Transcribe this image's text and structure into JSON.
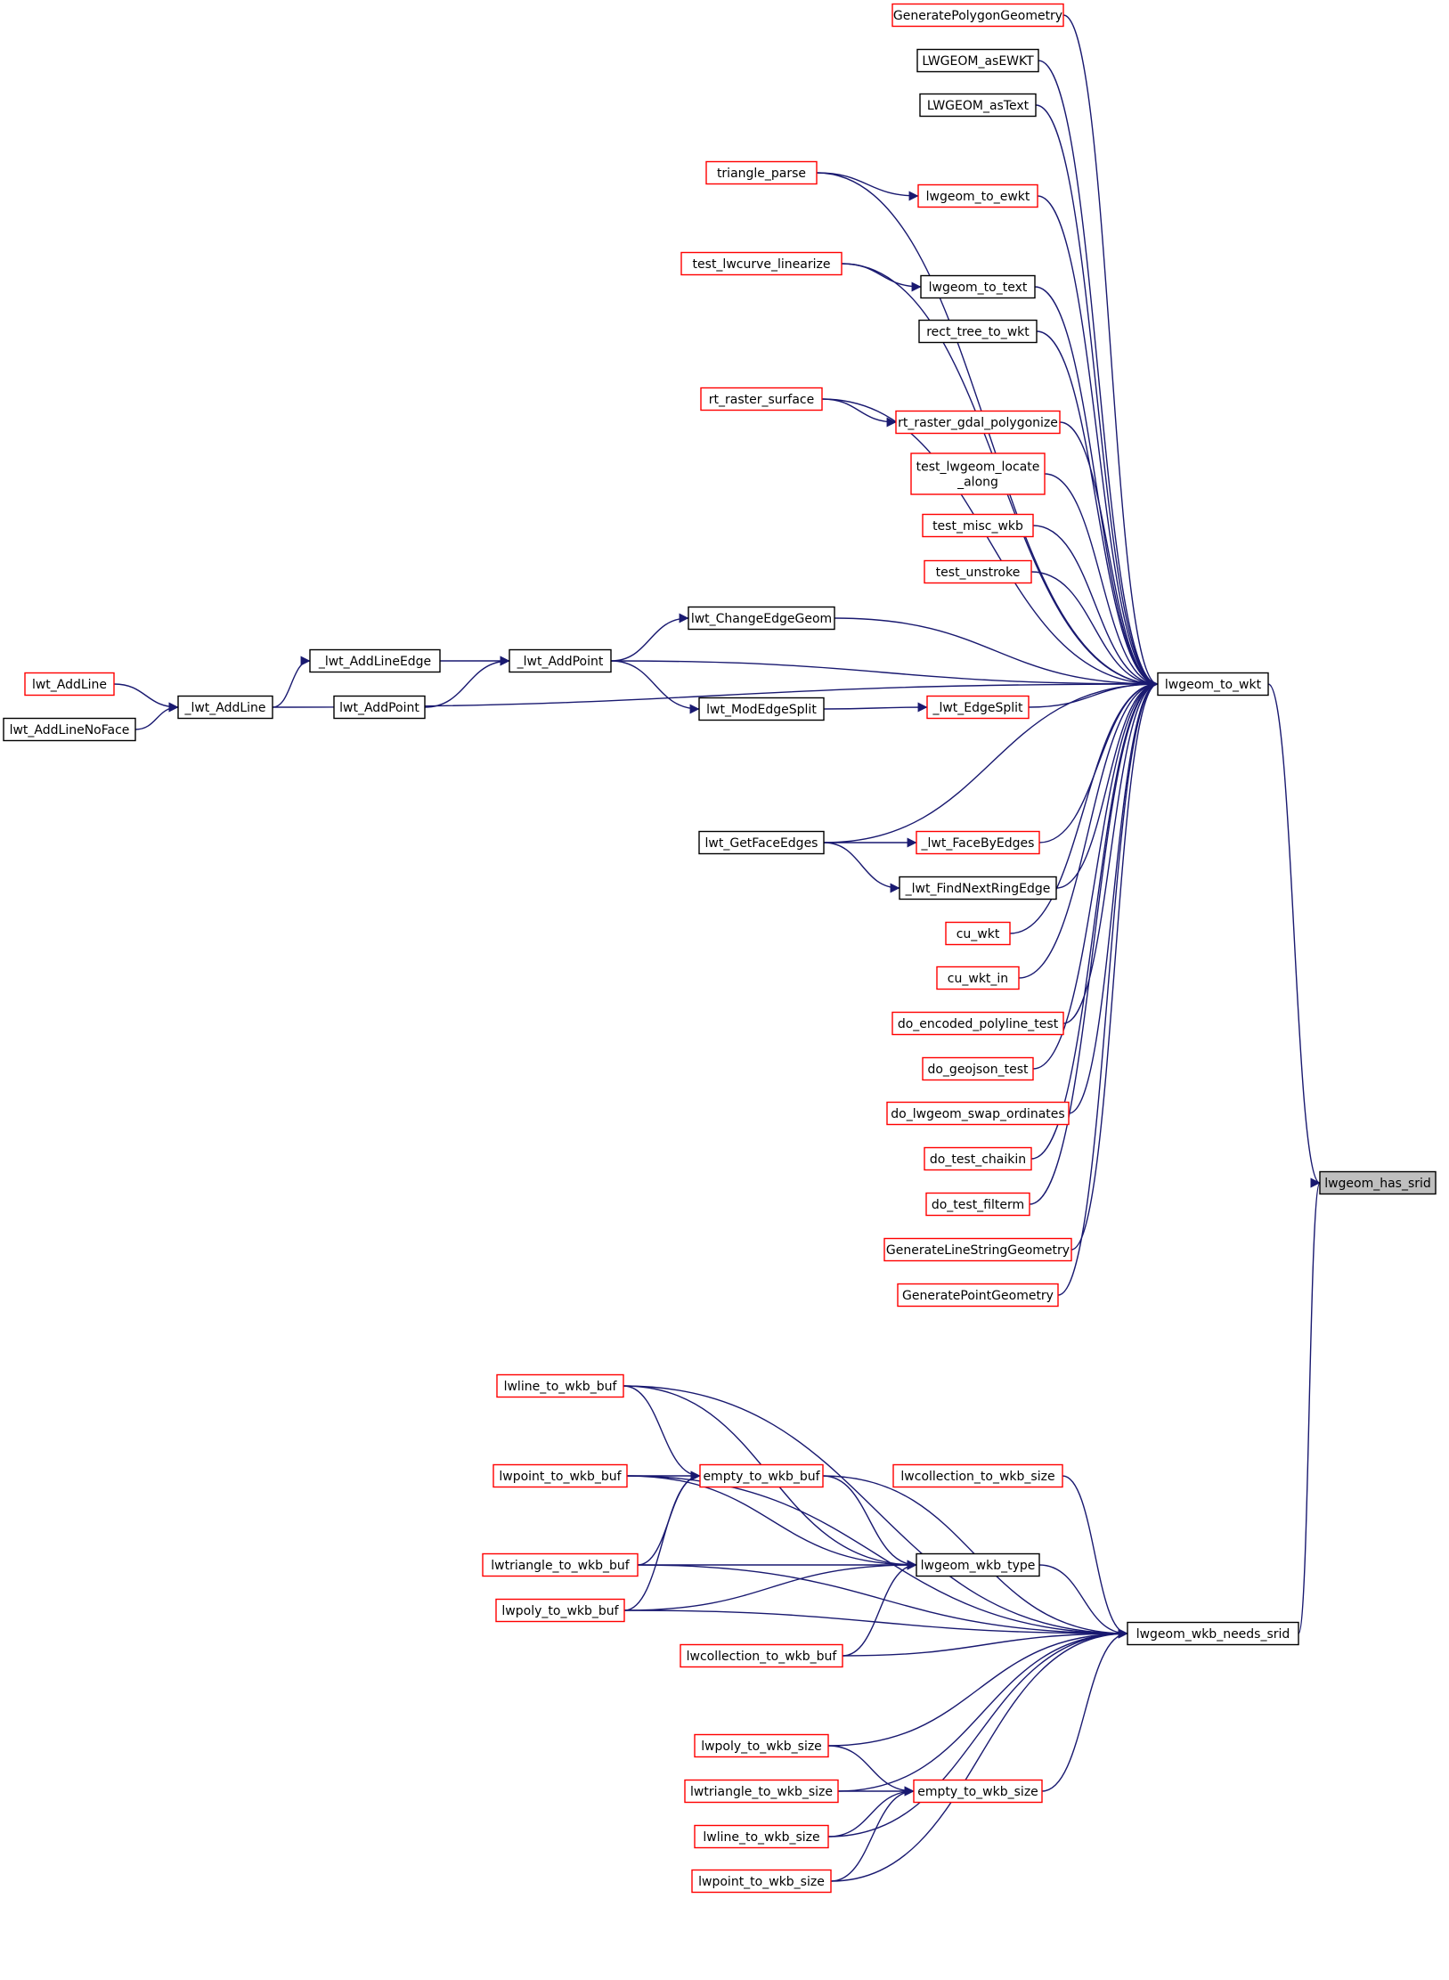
{
  "colors": {
    "edge": "#191970",
    "border_red": "#ff0000",
    "border_black": "#000000",
    "focus_fill": "#bfbfbf",
    "node_fill": "#ffffff"
  },
  "nodes": [
    {
      "id": "GeneratePolygonGeometry",
      "label": "GeneratePolygonGeometry",
      "kind": "red"
    },
    {
      "id": "LWGEOM_asEWKT",
      "label": "LWGEOM_asEWKT",
      "kind": "black"
    },
    {
      "id": "LWGEOM_asText",
      "label": "LWGEOM_asText",
      "kind": "black"
    },
    {
      "id": "triangle_parse",
      "label": "triangle_parse",
      "kind": "red"
    },
    {
      "id": "lwgeom_to_ewkt",
      "label": "lwgeom_to_ewkt",
      "kind": "red"
    },
    {
      "id": "test_lwcurve_linearize",
      "label": "test_lwcurve_linearize",
      "kind": "red"
    },
    {
      "id": "lwgeom_to_text",
      "label": "lwgeom_to_text",
      "kind": "black"
    },
    {
      "id": "rect_tree_to_wkt",
      "label": "rect_tree_to_wkt",
      "kind": "black"
    },
    {
      "id": "rt_raster_surface",
      "label": "rt_raster_surface",
      "kind": "red"
    },
    {
      "id": "rt_raster_gdal_polygonize",
      "label": "rt_raster_gdal_polygonize",
      "kind": "red"
    },
    {
      "id": "test_lwgeom_locate_along",
      "label": "test_lwgeom_locate\n_along",
      "kind": "red"
    },
    {
      "id": "test_misc_wkb",
      "label": "test_misc_wkb",
      "kind": "red"
    },
    {
      "id": "test_unstroke",
      "label": "test_unstroke",
      "kind": "red"
    },
    {
      "id": "lwt_ChangeEdgeGeom",
      "label": "lwt_ChangeEdgeGeom",
      "kind": "black"
    },
    {
      "id": "_lwt_AddLineEdge",
      "label": "_lwt_AddLineEdge",
      "kind": "black"
    },
    {
      "id": "_lwt_AddPoint",
      "label": "_lwt_AddPoint",
      "kind": "black"
    },
    {
      "id": "lwgeom_to_wkt",
      "label": "lwgeom_to_wkt",
      "kind": "black"
    },
    {
      "id": "lwt_AddLine",
      "label": "lwt_AddLine",
      "kind": "red"
    },
    {
      "id": "_lwt_AddLine",
      "label": "_lwt_AddLine",
      "kind": "black"
    },
    {
      "id": "lwt_AddPoint",
      "label": "lwt_AddPoint",
      "kind": "black"
    },
    {
      "id": "lwt_ModEdgeSplit",
      "label": "lwt_ModEdgeSplit",
      "kind": "black"
    },
    {
      "id": "_lwt_EdgeSplit",
      "label": "_lwt_EdgeSplit",
      "kind": "red"
    },
    {
      "id": "lwt_AddLineNoFace",
      "label": "lwt_AddLineNoFace",
      "kind": "black"
    },
    {
      "id": "lwt_GetFaceEdges",
      "label": "lwt_GetFaceEdges",
      "kind": "black"
    },
    {
      "id": "_lwt_FaceByEdges",
      "label": "_lwt_FaceByEdges",
      "kind": "red"
    },
    {
      "id": "_lwt_FindNextRingEdge",
      "label": "_lwt_FindNextRingEdge",
      "kind": "black"
    },
    {
      "id": "cu_wkt",
      "label": "cu_wkt",
      "kind": "red"
    },
    {
      "id": "cu_wkt_in",
      "label": "cu_wkt_in",
      "kind": "red"
    },
    {
      "id": "do_encoded_polyline_test",
      "label": "do_encoded_polyline_test",
      "kind": "red"
    },
    {
      "id": "do_geojson_test",
      "label": "do_geojson_test",
      "kind": "red"
    },
    {
      "id": "do_lwgeom_swap_ordinates",
      "label": "do_lwgeom_swap_ordinates",
      "kind": "red"
    },
    {
      "id": "do_test_chaikin",
      "label": "do_test_chaikin",
      "kind": "red"
    },
    {
      "id": "do_test_filterm",
      "label": "do_test_filterm",
      "kind": "red"
    },
    {
      "id": "lwgeom_has_srid",
      "label": "lwgeom_has_srid",
      "kind": "focus"
    },
    {
      "id": "GenerateLineStringGeometry",
      "label": "GenerateLineStringGeometry",
      "kind": "red"
    },
    {
      "id": "GeneratePointGeometry",
      "label": "GeneratePointGeometry",
      "kind": "red"
    },
    {
      "id": "lwline_to_wkb_buf",
      "label": "lwline_to_wkb_buf",
      "kind": "red"
    },
    {
      "id": "lwpoint_to_wkb_buf",
      "label": "lwpoint_to_wkb_buf",
      "kind": "red"
    },
    {
      "id": "empty_to_wkb_buf",
      "label": "empty_to_wkb_buf",
      "kind": "red"
    },
    {
      "id": "lwcollection_to_wkb_size",
      "label": "lwcollection_to_wkb_size",
      "kind": "red"
    },
    {
      "id": "lwtriangle_to_wkb_buf",
      "label": "lwtriangle_to_wkb_buf",
      "kind": "red"
    },
    {
      "id": "lwgeom_wkb_type",
      "label": "lwgeom_wkb_type",
      "kind": "black"
    },
    {
      "id": "lwpoly_to_wkb_buf",
      "label": "lwpoly_to_wkb_buf",
      "kind": "red"
    },
    {
      "id": "lwgeom_wkb_needs_srid",
      "label": "lwgeom_wkb_needs_srid",
      "kind": "black"
    },
    {
      "id": "lwcollection_to_wkb_buf",
      "label": "lwcollection_to_wkb_buf",
      "kind": "red"
    },
    {
      "id": "lwpoly_to_wkb_size",
      "label": "lwpoly_to_wkb_size",
      "kind": "red"
    },
    {
      "id": "lwtriangle_to_wkb_size",
      "label": "lwtriangle_to_wkb_size",
      "kind": "red"
    },
    {
      "id": "empty_to_wkb_size",
      "label": "empty_to_wkb_size",
      "kind": "red"
    },
    {
      "id": "lwline_to_wkb_size",
      "label": "lwline_to_wkb_size",
      "kind": "red"
    },
    {
      "id": "lwpoint_to_wkb_size",
      "label": "lwpoint_to_wkb_size",
      "kind": "red"
    }
  ],
  "edges": [
    [
      "lwgeom_to_wkt",
      "lwgeom_has_srid"
    ],
    [
      "lwgeom_wkb_needs_srid",
      "lwgeom_has_srid"
    ],
    [
      "GeneratePolygonGeometry",
      "lwgeom_to_wkt"
    ],
    [
      "LWGEOM_asEWKT",
      "lwgeom_to_wkt"
    ],
    [
      "LWGEOM_asText",
      "lwgeom_to_wkt"
    ],
    [
      "triangle_parse",
      "lwgeom_to_wkt"
    ],
    [
      "triangle_parse",
      "lwgeom_to_ewkt"
    ],
    [
      "lwgeom_to_ewkt",
      "lwgeom_to_wkt"
    ],
    [
      "test_lwcurve_linearize",
      "lwgeom_to_wkt"
    ],
    [
      "test_lwcurve_linearize",
      "lwgeom_to_text"
    ],
    [
      "lwgeom_to_text",
      "lwgeom_to_wkt"
    ],
    [
      "rect_tree_to_wkt",
      "lwgeom_to_wkt"
    ],
    [
      "rt_raster_surface",
      "lwgeom_to_wkt"
    ],
    [
      "rt_raster_surface",
      "rt_raster_gdal_polygonize"
    ],
    [
      "rt_raster_gdal_polygonize",
      "lwgeom_to_wkt"
    ],
    [
      "test_lwgeom_locate_along",
      "lwgeom_to_wkt"
    ],
    [
      "test_misc_wkb",
      "lwgeom_to_wkt"
    ],
    [
      "test_unstroke",
      "lwgeom_to_wkt"
    ],
    [
      "lwt_ChangeEdgeGeom",
      "lwgeom_to_wkt"
    ],
    [
      "_lwt_AddPoint",
      "lwt_ChangeEdgeGeom"
    ],
    [
      "_lwt_AddPoint",
      "lwgeom_to_wkt"
    ],
    [
      "_lwt_AddPoint",
      "lwt_ModEdgeSplit"
    ],
    [
      "_lwt_AddLineEdge",
      "_lwt_AddPoint"
    ],
    [
      "lwt_AddPoint",
      "_lwt_AddPoint"
    ],
    [
      "_lwt_AddLine",
      "_lwt_AddLineEdge"
    ],
    [
      "_lwt_AddLine",
      "lwgeom_to_wkt"
    ],
    [
      "lwt_AddLine",
      "_lwt_AddLine"
    ],
    [
      "lwt_AddLineNoFace",
      "_lwt_AddLine"
    ],
    [
      "lwt_ModEdgeSplit",
      "_lwt_EdgeSplit"
    ],
    [
      "_lwt_EdgeSplit",
      "lwgeom_to_wkt"
    ],
    [
      "lwt_GetFaceEdges",
      "lwgeom_to_wkt"
    ],
    [
      "lwt_GetFaceEdges",
      "_lwt_FaceByEdges"
    ],
    [
      "lwt_GetFaceEdges",
      "_lwt_FindNextRingEdge"
    ],
    [
      "_lwt_FaceByEdges",
      "lwgeom_to_wkt"
    ],
    [
      "_lwt_FindNextRingEdge",
      "lwgeom_to_wkt"
    ],
    [
      "cu_wkt",
      "lwgeom_to_wkt"
    ],
    [
      "cu_wkt_in",
      "lwgeom_to_wkt"
    ],
    [
      "do_encoded_polyline_test",
      "lwgeom_to_wkt"
    ],
    [
      "do_geojson_test",
      "lwgeom_to_wkt"
    ],
    [
      "do_lwgeom_swap_ordinates",
      "lwgeom_to_wkt"
    ],
    [
      "do_test_chaikin",
      "lwgeom_to_wkt"
    ],
    [
      "do_test_filterm",
      "lwgeom_to_wkt"
    ],
    [
      "GenerateLineStringGeometry",
      "lwgeom_to_wkt"
    ],
    [
      "GeneratePointGeometry",
      "lwgeom_to_wkt"
    ],
    [
      "lwline_to_wkb_buf",
      "lwgeom_wkb_needs_srid"
    ],
    [
      "lwline_to_wkb_buf",
      "empty_to_wkb_buf"
    ],
    [
      "lwline_to_wkb_buf",
      "lwgeom_wkb_type"
    ],
    [
      "lwpoint_to_wkb_buf",
      "lwgeom_wkb_needs_srid"
    ],
    [
      "lwpoint_to_wkb_buf",
      "empty_to_wkb_buf"
    ],
    [
      "lwpoint_to_wkb_buf",
      "lwgeom_wkb_type"
    ],
    [
      "empty_to_wkb_buf",
      "lwgeom_wkb_needs_srid"
    ],
    [
      "empty_to_wkb_buf",
      "lwgeom_wkb_type"
    ],
    [
      "lwcollection_to_wkb_size",
      "lwgeom_wkb_needs_srid"
    ],
    [
      "lwtriangle_to_wkb_buf",
      "empty_to_wkb_buf"
    ],
    [
      "lwtriangle_to_wkb_buf",
      "lwgeom_wkb_type"
    ],
    [
      "lwtriangle_to_wkb_buf",
      "lwgeom_wkb_needs_srid"
    ],
    [
      "lwpoly_to_wkb_buf",
      "empty_to_wkb_buf"
    ],
    [
      "lwpoly_to_wkb_buf",
      "lwgeom_wkb_type"
    ],
    [
      "lwpoly_to_wkb_buf",
      "lwgeom_wkb_needs_srid"
    ],
    [
      "lwgeom_wkb_type",
      "lwgeom_wkb_needs_srid"
    ],
    [
      "lwcollection_to_wkb_buf",
      "lwgeom_wkb_type"
    ],
    [
      "lwcollection_to_wkb_buf",
      "lwgeom_wkb_needs_srid"
    ],
    [
      "lwpoly_to_wkb_size",
      "lwgeom_wkb_needs_srid"
    ],
    [
      "lwpoly_to_wkb_size",
      "empty_to_wkb_size"
    ],
    [
      "lwtriangle_to_wkb_size",
      "lwgeom_wkb_needs_srid"
    ],
    [
      "lwtriangle_to_wkb_size",
      "empty_to_wkb_size"
    ],
    [
      "empty_to_wkb_size",
      "lwgeom_wkb_needs_srid"
    ],
    [
      "lwline_to_wkb_size",
      "empty_to_wkb_size"
    ],
    [
      "lwline_to_wkb_size",
      "lwgeom_wkb_needs_srid"
    ],
    [
      "lwpoint_to_wkb_size",
      "empty_to_wkb_size"
    ],
    [
      "lwpoint_to_wkb_size",
      "lwgeom_wkb_needs_srid"
    ]
  ]
}
